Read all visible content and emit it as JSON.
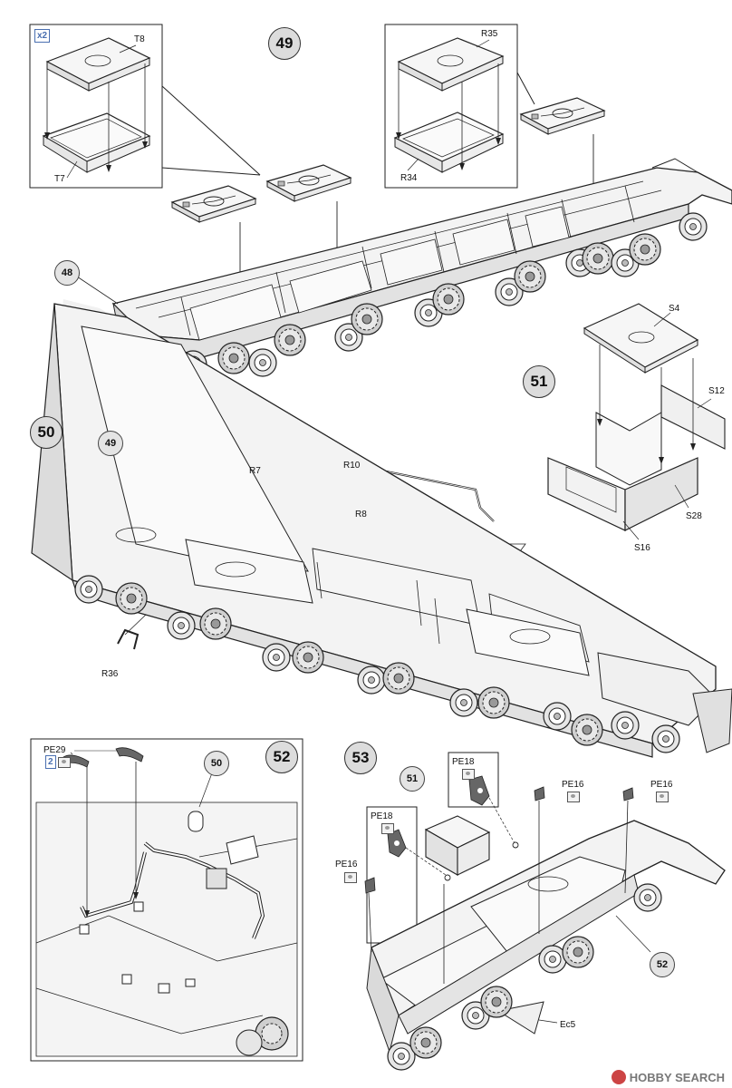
{
  "steps": {
    "s49": "49",
    "s50": "50",
    "s51": "51",
    "s52": "52",
    "s53": "53"
  },
  "refs": {
    "r48": "48",
    "r49": "49",
    "r50": "50",
    "r51": "51",
    "r52": "52"
  },
  "parts": {
    "T8": "T8",
    "T7": "T7",
    "R35": "R35",
    "R34": "R34",
    "S4": "S4",
    "S12": "S12",
    "S28": "S28",
    "S16": "S16",
    "R7": "R7",
    "R10": "R10",
    "R8": "R8",
    "R36": "R36",
    "PE29": "PE29",
    "PE18a": "PE18",
    "PE18b": "PE18",
    "PE16a": "PE16",
    "PE16b": "PE16",
    "PE16c": "PE16",
    "Ec5": "Ec5"
  },
  "multipliers": {
    "inset49": "x2",
    "inset52": "2"
  },
  "watermark": {
    "text": "HOBBY SEARCH"
  },
  "colors": {
    "line": "#222222",
    "fill": "#f4f4f4",
    "shade": "#d0d0d0",
    "pe_fill": "#666666"
  }
}
